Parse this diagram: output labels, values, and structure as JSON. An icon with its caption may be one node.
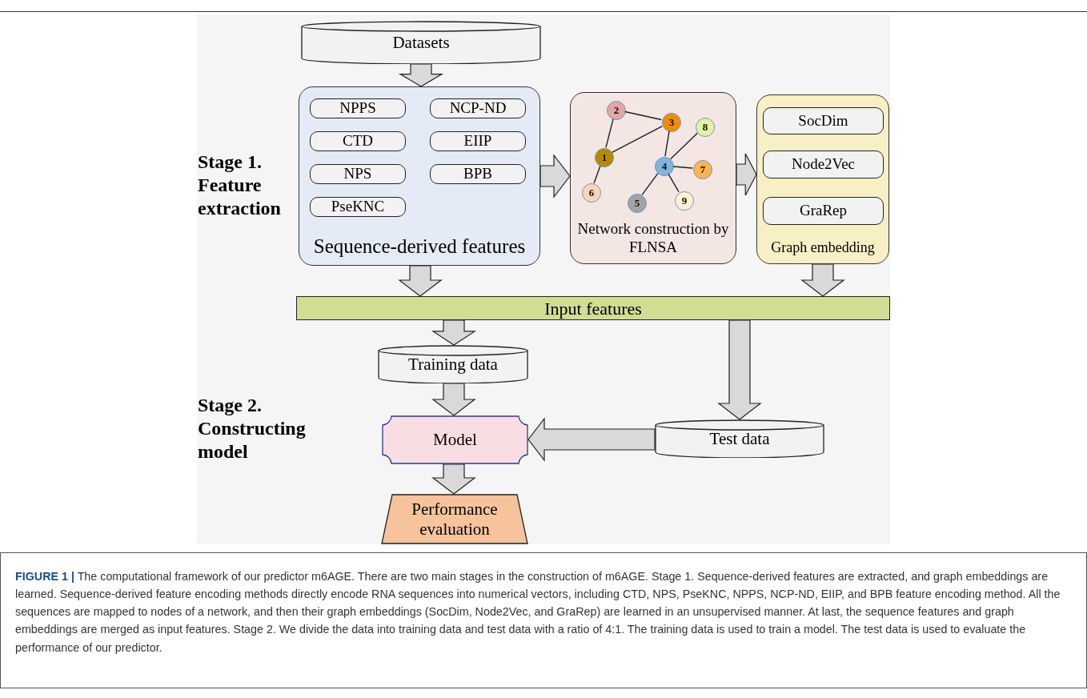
{
  "diagram": {
    "caption": "**FIGURE 1 |** The computational framework of our predictor m6AGE. There are two main stages in the construction of m6AGE. Stage 1. Sequence-derived features are extracted, and graph embeddings are learned. Sequence-derived feature encoding methods directly encode RNA sequences into numerical vectors, including CTD, NPS, PseKNC, NPPS, NCP-ND, EIIP, and BPB feature encoding method. All the sequences are mapped to nodes of a network, and then their graph embeddings (SocDim, Node2Vec, and GraRep) are learned in an unsupervised manner. At last, the sequence features and graph embeddings are merged as input features. Stage 2. We divide the data into training data and test data with a ratio of 4:1. The training data is used to train a model. The test data is used to evaluate the performance of our predictor.",
    "nodes": [
      {
        "text": [
          "Datasets"
        ]
      },
      {
        "text": [
          "Sequence-derived features"
        ]
      },
      {
        "text": [
          "NPPS"
        ],
        "in": 1
      },
      {
        "text": [
          "NCP-ND"
        ],
        "in": 1
      },
      {
        "text": [
          "CTD"
        ],
        "in": 1
      },
      {
        "text": [
          "EIIP"
        ],
        "in": 1
      },
      {
        "text": [
          "NPS"
        ],
        "in": 1
      },
      {
        "text": [
          "BPB"
        ],
        "in": 1
      },
      {
        "text": [
          "PseKNC"
        ],
        "in": 1
      },
      {
        "text": [
          "Network construction by FLNSA"
        ]
      },
      {
        "text": [
          "1"
        ],
        "in": 9
      },
      {
        "text": [
          "2"
        ],
        "in": 9
      },
      {
        "text": [
          "3"
        ],
        "in": 9
      },
      {
        "text": [
          "4"
        ],
        "in": 9
      },
      {
        "text": [
          "5"
        ],
        "in": 9
      },
      {
        "text": [
          "6"
        ],
        "in": 9
      },
      {
        "text": [
          "7"
        ],
        "in": 9
      },
      {
        "text": [
          "8"
        ],
        "in": 9
      },
      {
        "text": [
          "9"
        ],
        "in": 9
      },
      {
        "text": [
          "Graph embedding"
        ]
      },
      {
        "text": [
          "SocDim"
        ],
        "in": 19
      },
      {
        "text": [
          "Node2Vec"
        ],
        "in": 19
      },
      {
        "text": [
          "GraRep"
        ],
        "in": 19
      },
      {
        "text": [
          "Input features"
        ]
      },
      {
        "text": [
          "Training data"
        ]
      },
      {
        "text": [
          "Test data"
        ]
      },
      {
        "text": [
          "Model"
        ]
      },
      {
        "text": [
          "Performance evaluation"
        ]
      }
    ],
    "edges": [
      {
        "from": 0,
        "to": 1,
        "arrow": "to",
        "style": "thick"
      },
      {
        "from": 1,
        "to": 9,
        "arrow": "to",
        "style": "thick"
      },
      {
        "from": 9,
        "to": 19,
        "arrow": "to",
        "style": "thick"
      },
      {
        "from": 1,
        "to": 23,
        "arrow": "to",
        "style": "thick"
      },
      {
        "from": 19,
        "to": 23,
        "arrow": "to",
        "style": "thick"
      },
      {
        "from": 23,
        "to": 24,
        "arrow": "to",
        "style": "thick"
      },
      {
        "from": 23,
        "to": 25,
        "arrow": "to",
        "style": "thick"
      },
      {
        "from": 24,
        "to": 26,
        "arrow": "to",
        "style": "thick"
      },
      {
        "from": 25,
        "to": 26,
        "arrow": "to",
        "style": "thick"
      },
      {
        "from": 26,
        "to": 27,
        "arrow": "to",
        "style": "thick"
      },
      {
        "from": 11,
        "to": 10,
        "arrow": "none"
      },
      {
        "from": 11,
        "to": 12,
        "arrow": "none"
      },
      {
        "from": 12,
        "to": 10,
        "arrow": "none"
      },
      {
        "from": 12,
        "to": 13,
        "arrow": "none"
      },
      {
        "from": 10,
        "to": 15,
        "arrow": "none"
      },
      {
        "from": 13,
        "to": 17,
        "arrow": "none"
      },
      {
        "from": 13,
        "to": 16,
        "arrow": "none"
      },
      {
        "from": 13,
        "to": 14,
        "arrow": "none"
      },
      {
        "from": 13,
        "to": 18,
        "arrow": "none"
      }
    ],
    "labels": [
      "Stage 1. Feature extraction",
      "Stage 2. Constructing model"
    ]
  }
}
